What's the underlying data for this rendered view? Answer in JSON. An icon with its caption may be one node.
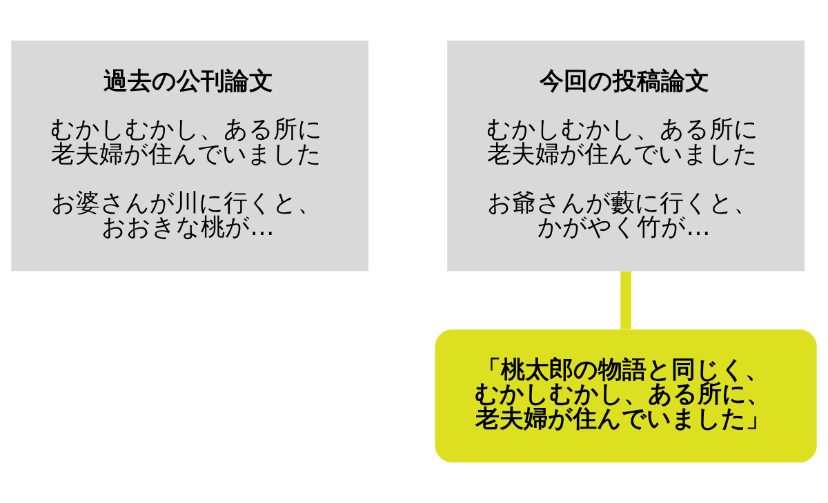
{
  "diagram": {
    "nodes": [
      {
        "text": [
          "過去の公刊論文",
          "むかしむかし、ある所に老夫婦が住んでいました",
          "お婆さんが川に行くと、おおきな桃が…"
        ]
      },
      {
        "text": [
          "今回の投稿論文",
          "むかしむかし、ある所に老夫婦が住んでいました",
          "お爺さんが藪に行くと、かがやく竹が…"
        ]
      },
      {
        "text": [
          "「桃太郎の物語と同じく、むかしむかし、ある所に、老夫婦が住んでいました」"
        ]
      }
    ],
    "edges": [
      {
        "from": 2,
        "to": 1,
        "arrow": "none"
      }
    ]
  }
}
